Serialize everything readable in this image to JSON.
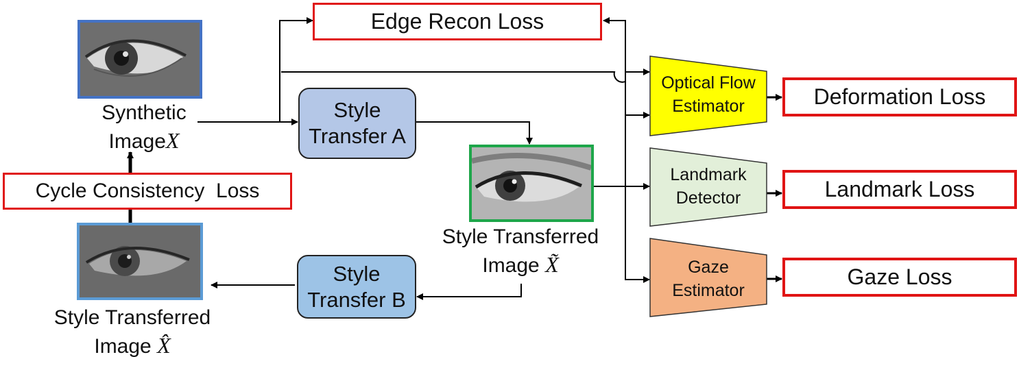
{
  "losses": {
    "edge_recon": "Edge Recon Loss",
    "cycle_consistency": "Cycle Consistency  Loss",
    "deformation": "Deformation Loss",
    "landmark": "Landmark Loss",
    "gaze": "Gaze Loss"
  },
  "images": {
    "synthetic": {
      "line1": "Synthetic",
      "line2": "Image",
      "symbol": "X"
    },
    "style_transferred_mid": {
      "line1": "Style Transferred",
      "line2": "Image",
      "symbol": "X̃"
    },
    "style_transferred_left": {
      "line1": "Style Transferred",
      "line2": "Image",
      "symbol": "X̂"
    }
  },
  "style_transfer": {
    "a": {
      "line1": "Style",
      "line2": "Transfer A"
    },
    "b": {
      "line1": "Style",
      "line2": "Transfer B"
    }
  },
  "networks": {
    "optical_flow": {
      "line1": "Optical Flow",
      "line2": "Estimator"
    },
    "landmark": {
      "line1": "Landmark",
      "line2": "Detector"
    },
    "gaze": {
      "line1": "Gaze",
      "line2": "Estimator"
    }
  },
  "colors": {
    "loss_border": "#e01414",
    "synthetic_frame": "#4472c4",
    "style_transfer_a_fill": "#b4c7e7",
    "style_transfer_b_fill": "#9dc3e6",
    "mid_image_frame": "#1ea64a",
    "left_image_frame": "#5b9bd5",
    "optical_flow_fill": "#ffff00",
    "landmark_fill": "#e2efd9",
    "gaze_fill": "#f4b183"
  }
}
